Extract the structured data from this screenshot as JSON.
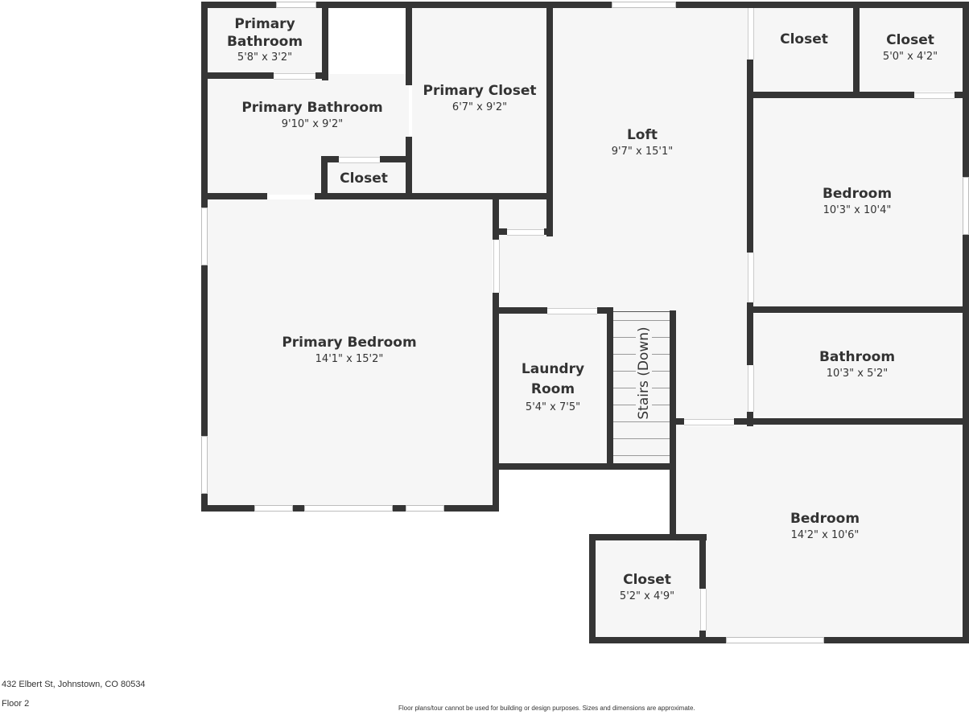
{
  "floorplan": {
    "floor_label": "Floor 2",
    "address": "432 Elbert St, Johnstown, CO 80534",
    "disclaimer": "Floor plans/tour cannot be used for building or design purposes. Sizes and dimensions are approximate.",
    "colors": {
      "wall": "#353535",
      "floor": "#f6f6f6",
      "background": "#ffffff"
    },
    "rooms": [
      {
        "name": "Primary",
        "name2": "Bathroom",
        "dims": "5'8\" x 3'2\""
      },
      {
        "name": "Primary Bathroom",
        "dims": "9'10\" x 9'2\""
      },
      {
        "name": "Primary Closet",
        "dims": "6'7\" x 9'2\""
      },
      {
        "name": "Closet",
        "dims": ""
      },
      {
        "name": "Loft",
        "dims": "9'7\" x 15'1\""
      },
      {
        "name": "Closet",
        "dims": ""
      },
      {
        "name": "Closet",
        "dims": "5'0\" x 4'2\""
      },
      {
        "name": "Bedroom",
        "dims": "10'3\" x 10'4\""
      },
      {
        "name": "Primary Bedroom",
        "dims": "14'1\" x 15'2\""
      },
      {
        "name": "Laundry",
        "name2": "Room",
        "dims": "5'4\" x 7'5\""
      },
      {
        "name": "Stairs (Down)",
        "dims": ""
      },
      {
        "name": "Bathroom",
        "dims": "10'3\" x 5'2\""
      },
      {
        "name": "Bedroom",
        "dims": "14'2\" x 10'6\""
      },
      {
        "name": "Closet",
        "dims": "5'2\" x 4'9\""
      }
    ]
  }
}
